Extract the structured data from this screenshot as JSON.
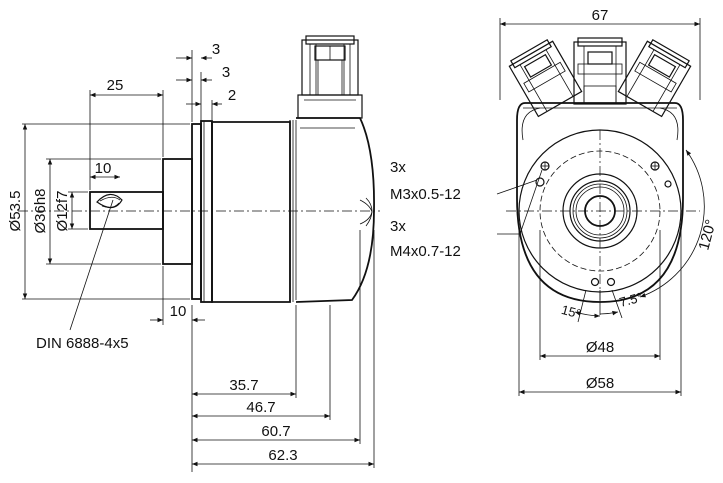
{
  "side_view": {
    "dims": {
      "d_flange_thk_1": "3",
      "d_flange_thk_2": "3",
      "d_flange_thk_3": "2",
      "d_shaft_length": "25",
      "d_key_length": "10",
      "d_spigot_length": "10",
      "d_len_35": "35.7",
      "d_len_46": "46.7",
      "d_len_60": "60.7",
      "d_len_62": "62.3",
      "d_dia_53": "Ø53.5",
      "d_dia_36": "Ø36h8",
      "d_dia_12": "Ø12f7"
    },
    "key_note": "DIN 6888-4x5"
  },
  "front_view": {
    "dims": {
      "d_width_67": "67",
      "d_dia_48": "Ø48",
      "d_dia_58": "Ø58",
      "angle_120": "120°",
      "angle_15": "15°",
      "angle_7_5": "7.5°"
    },
    "holes_m3": {
      "qty": "3x",
      "spec": "M3x0.5-12"
    },
    "holes_m4": {
      "qty": "3x",
      "spec": "M4x0.7-12"
    }
  }
}
